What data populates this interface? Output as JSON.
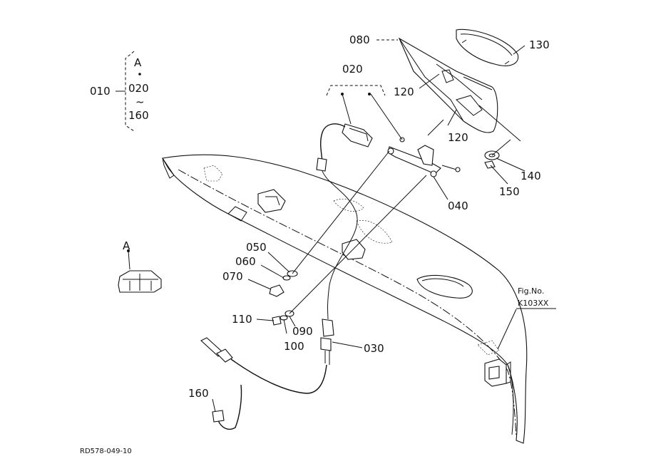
{
  "labels": {
    "p010": "010",
    "p020": "020",
    "p030": "030",
    "p040": "040",
    "p050": "050",
    "p060": "060",
    "p070": "070",
    "p080": "080",
    "p090": "090",
    "p100": "100",
    "p110": "110",
    "p120a": "120",
    "p120b": "120",
    "p130": "130",
    "p140": "140",
    "p150": "150",
    "p160": "160"
  },
  "set_bracket": {
    "top": "A",
    "from": "020",
    "tilde": "~",
    "to": "160"
  },
  "detail": {
    "letter": "A"
  },
  "figure_ref": {
    "line1": "Fig.No.",
    "line2": "K103XX"
  },
  "drawing_code": "RD578-049-10"
}
